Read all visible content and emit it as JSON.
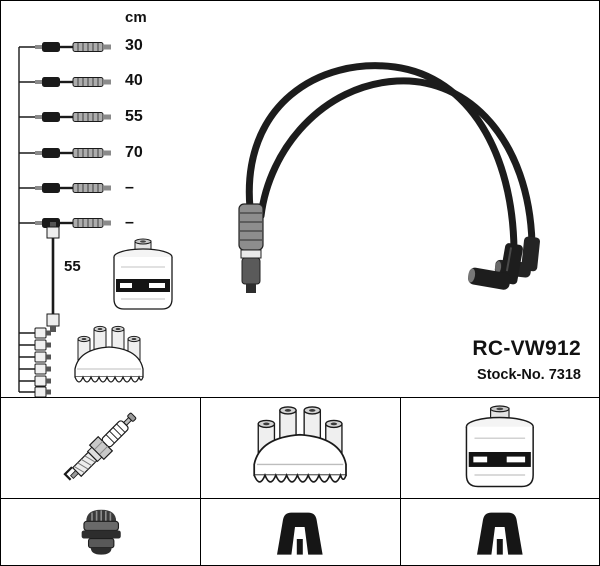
{
  "product": {
    "code": "RC-VW912",
    "stock": "Stock-No. 7318"
  },
  "length_table": {
    "unit_header": "cm",
    "rows": [
      "30",
      "40",
      "55",
      "70",
      "–",
      "–"
    ]
  },
  "coil_wire": {
    "length": "55"
  },
  "colors": {
    "ink": "#1a1a1a",
    "background": "#ffffff"
  },
  "icons": {
    "legend_row1": [
      "spark-plug",
      "distributor-cap",
      "ignition-coil"
    ],
    "legend_row2": [
      "pole-terminal",
      "angled-connector",
      "angled-connector"
    ]
  }
}
